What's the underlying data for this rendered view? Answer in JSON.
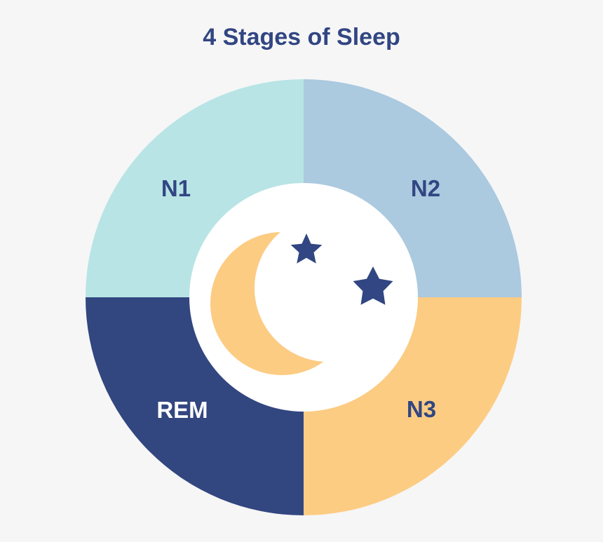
{
  "title": "4 Stages of Sleep",
  "stages": [
    {
      "label": "N1",
      "color": "#b8e4e5",
      "text_color": "#314682"
    },
    {
      "label": "N2",
      "color": "#abc9df",
      "text_color": "#314682"
    },
    {
      "label": "N3",
      "color": "#fccc83",
      "text_color": "#314682"
    },
    {
      "label": "REM",
      "color": "#324680",
      "text_color": "#ffffff"
    }
  ],
  "icons": {
    "center": "moon-and-stars-icon",
    "moon_color": "#fccc83",
    "star_color": "#314682",
    "center_fill": "#ffffff"
  }
}
